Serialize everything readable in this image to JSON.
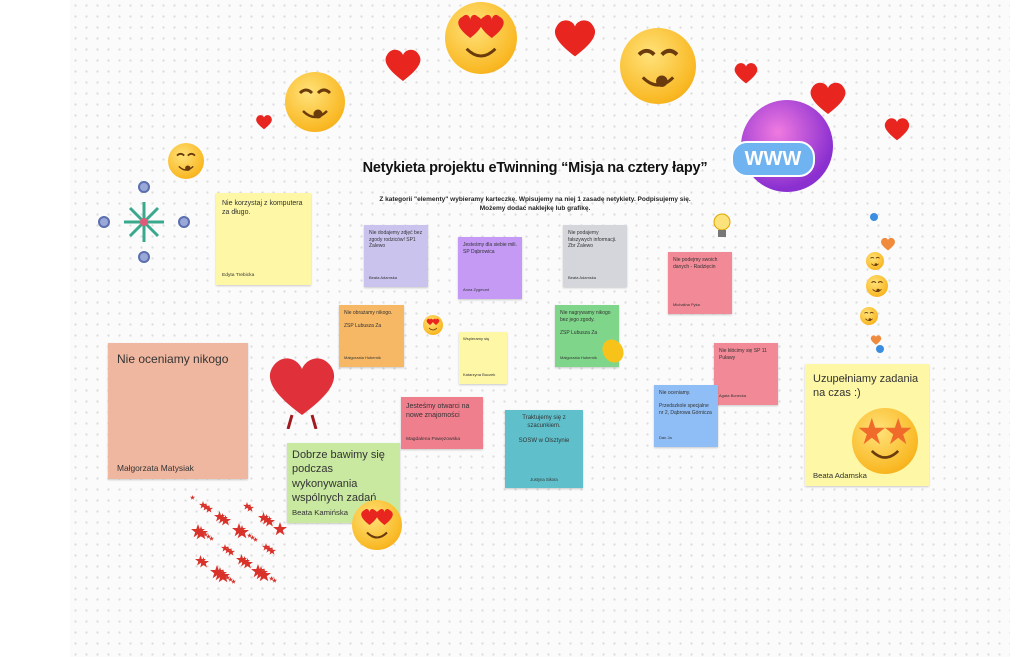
{
  "header": {
    "title": "Netykieta projektu eTwinning “Misja na cztery łapy”",
    "subtitle_line1": "Z kategorii \"elementy\" wybieramy karteczkę. Wpisujemy na niej 1 zasadę netykiety. Podpisujemy się.",
    "subtitle_line2": "Możemy dodać naklejkę lub grafikę."
  },
  "notes": [
    {
      "text": "Nie korzystaj z komputera za długo.",
      "author": "Edyta Trebicka",
      "color": "#fdf7a6"
    },
    {
      "text": "Nie dodajemy zdjęć bez zgody rodziców! SP1 Żalewo",
      "author": "Beata Adamska",
      "color": "#c9c3ee"
    },
    {
      "text": "Jesteśmy dla siebie mili. SP Dąbrowica",
      "author": "Anna Zygmunt",
      "color": "#c49af5"
    },
    {
      "text": "Nie podajemy fałszywych informacji. Zbr Żalewo",
      "author": "Beata Adamska",
      "color": "#d4d6db"
    },
    {
      "text": "Nie podejmy swoich danych - Radzięcin",
      "author": "Michalina Pyka",
      "color": "#f18a96"
    },
    {
      "text": "Nie obrażamy nikogo.\n\nZSP Lubusza Za",
      "author": "Małgorzata Hubernik",
      "color": "#f7b865"
    },
    {
      "text": "Wspieramy się",
      "author": "Katarzyna Buczek",
      "color": "#fdf7a6"
    },
    {
      "text": "Nie nagrywamy nikogo bez jego zgody.\n\nZSP Lubusza Za",
      "author": "Małgorzata Hubernik",
      "color": "#7fd68a"
    },
    {
      "text": "Nie kłócimy się SP 11 Puławy",
      "author": "Agata Bonecka",
      "color": "#f18a96"
    },
    {
      "text": "Nie oceniamy.\n\nPrzedszkole specjalne nr 2, Dąbrowa Górnicza",
      "author": "Dan Ja",
      "color": "#8fbdf5"
    },
    {
      "text": "Nie oceniamy nikogo",
      "author": "Małgorzata Matysiak",
      "color": "#f0b7a0"
    },
    {
      "text": "Jesteśmy otwarci na nowe znajomości",
      "author": "Magdalena Pawęzowska",
      "color": "#f07f8e"
    },
    {
      "text": "Traktujemy się z szacunkiem.\n\nSOSW w Olsztynie",
      "author": "Justyna Sikora",
      "color": "#5fc0cc"
    },
    {
      "text": "Dobrze bawimy się podczas wykonywania wspólnych zadań",
      "author": "Beata Kamińska",
      "color": "#c9e9a1"
    },
    {
      "text": "Uzupełniamy zadania na czas :)",
      "author": "Beata Adamska",
      "color": "#fdf7a6"
    }
  ],
  "stickers": {
    "www": "WWW"
  }
}
